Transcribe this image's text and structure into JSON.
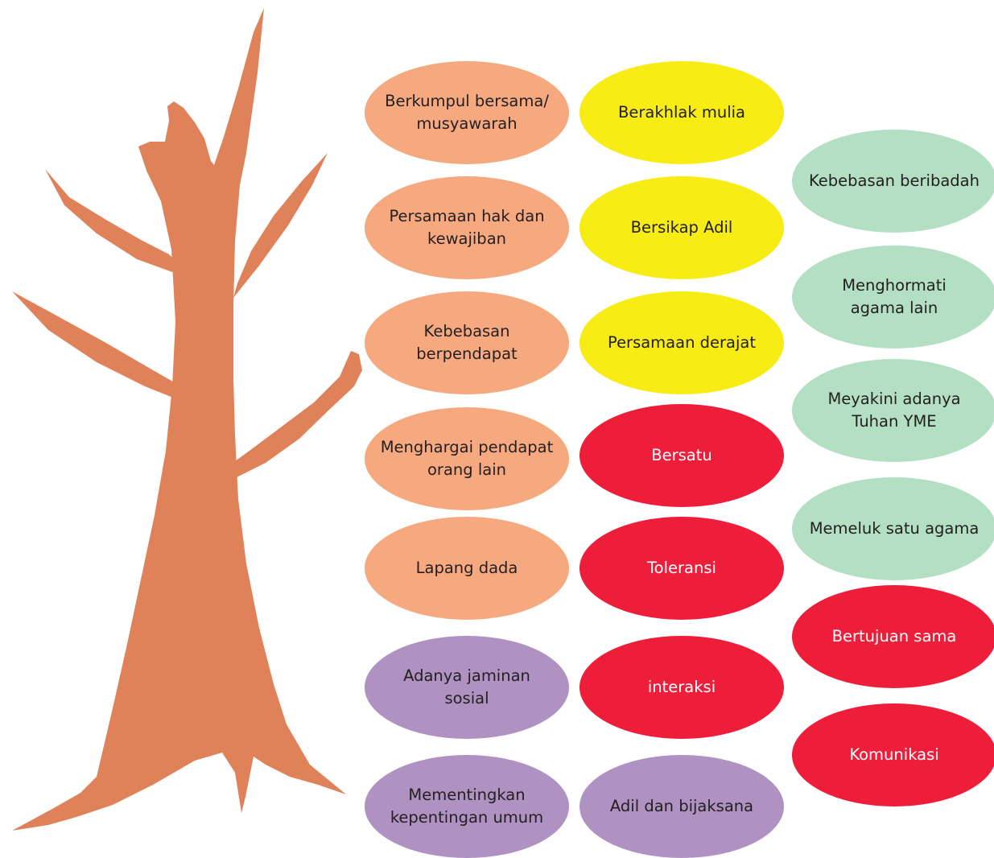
{
  "colors": {
    "tree": "#df8259",
    "peach": "#f6a97f",
    "yellow": "#f7ec13",
    "red": "#ee1d3a",
    "purple": "#b092c2",
    "green": "#b3dfc3"
  },
  "columns": {
    "left": [
      {
        "label": "Berkumpul bersama/\nmusyawarah",
        "color": "peach"
      },
      {
        "label": "Persamaan hak dan\nkewajiban",
        "color": "peach"
      },
      {
        "label": "Kebebasan\nberpendapat",
        "color": "peach"
      },
      {
        "label": "Menghargai pendapat\norang lain",
        "color": "peach"
      },
      {
        "label": "Lapang dada",
        "color": "peach"
      },
      {
        "label": "Adanya jaminan\nsosial",
        "color": "purple"
      },
      {
        "label": "Mementingkan\nkepentingan umum",
        "color": "purple"
      }
    ],
    "middle": [
      {
        "label": "Berakhlak mulia",
        "color": "yellow"
      },
      {
        "label": "Bersikap Adil",
        "color": "yellow"
      },
      {
        "label": "Persamaan derajat",
        "color": "yellow"
      },
      {
        "label": "Bersatu",
        "color": "red"
      },
      {
        "label": "Toleransi",
        "color": "red"
      },
      {
        "label": "interaksi",
        "color": "red"
      },
      {
        "label": "Adil dan bijaksana",
        "color": "purple"
      }
    ],
    "right": [
      {
        "label": "Kebebasan beribadah",
        "color": "green"
      },
      {
        "label": "Menghormati\nagama lain",
        "color": "green"
      },
      {
        "label": "Meyakini adanya\nTuhan YME",
        "color": "green"
      },
      {
        "label": "Memeluk satu agama",
        "color": "green"
      },
      {
        "label": "Bertujuan sama",
        "color": "red"
      },
      {
        "label": "Komunikasi",
        "color": "red"
      }
    ]
  }
}
